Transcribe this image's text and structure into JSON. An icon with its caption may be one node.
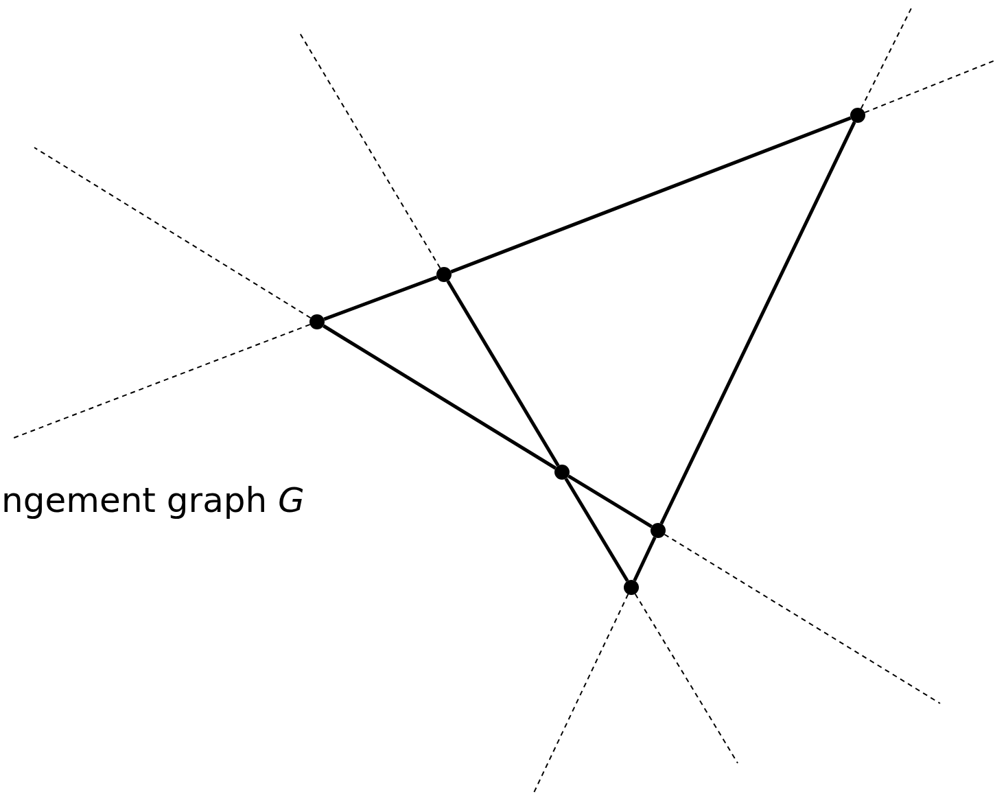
{
  "diagram": {
    "nodes": [
      {
        "text": [],
        "shape": "circle"
      },
      {
        "text": [],
        "shape": "circle"
      },
      {
        "text": [],
        "shape": "circle"
      },
      {
        "text": [],
        "shape": "circle"
      },
      {
        "text": [],
        "shape": "circle"
      },
      {
        "text": [],
        "shape": "circle"
      }
    ],
    "edges": [
      {
        "from": 0,
        "to": 1,
        "arrow": "none",
        "style": "thick"
      },
      {
        "from": 1,
        "to": 2,
        "arrow": "none",
        "style": "thick"
      },
      {
        "from": 2,
        "to": 4,
        "arrow": "none",
        "style": "thick"
      },
      {
        "from": 0,
        "to": 3,
        "arrow": "none",
        "style": "thick"
      },
      {
        "from": 3,
        "to": 4,
        "arrow": "none",
        "style": "thick"
      },
      {
        "from": 1,
        "to": 3,
        "arrow": "none",
        "style": "thick"
      },
      {
        "from": 3,
        "to": 5,
        "arrow": "none",
        "style": "thick"
      },
      {
        "from": 5,
        "to": 4,
        "arrow": "none",
        "style": "thick"
      },
      {
        "from": 0,
        "to": null,
        "arrow": "none",
        "style": "dashed"
      },
      {
        "from": 0,
        "to": null,
        "arrow": "none",
        "style": "dashed"
      },
      {
        "from": 1,
        "to": null,
        "arrow": "none",
        "style": "dashed"
      },
      {
        "from": 2,
        "to": null,
        "arrow": "none",
        "style": "dashed"
      },
      {
        "from": 2,
        "to": null,
        "arrow": "none",
        "style": "dashed"
      },
      {
        "from": 4,
        "to": null,
        "arrow": "none",
        "style": "dashed"
      },
      {
        "from": 5,
        "to": null,
        "arrow": "none",
        "style": "dashed"
      },
      {
        "from": 5,
        "to": null,
        "arrow": "none",
        "style": "dashed"
      }
    ],
    "labels": [
      "ngement graph *G*"
    ]
  }
}
